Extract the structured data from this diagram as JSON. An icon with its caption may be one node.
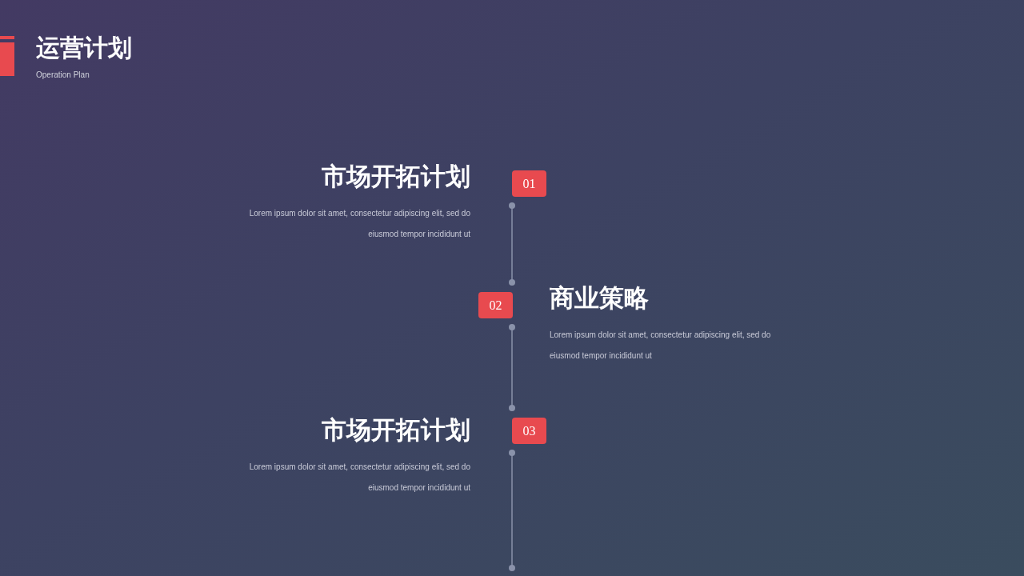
{
  "diagram": {
    "title": "运营计划",
    "nodes": [
      {
        "text": [
          "01"
        ],
        "beside": [
          "市场开拓计划",
          "Lorem ipsum dolor sit amet, consectetur adipiscing elit, sed do eiusmod tempor incididunt ut"
        ]
      },
      {
        "text": [
          "02"
        ],
        "beside": [
          "商业策略",
          "Lorem ipsum dolor sit amet, consectetur adipiscing elit, sed do eiusmod tempor incididunt ut"
        ]
      },
      {
        "text": [
          "03"
        ],
        "beside": [
          "市场开拓计划",
          "Lorem ipsum dolor sit amet, consectetur adipiscing elit, sed do eiusmod tempor incididunt ut"
        ]
      }
    ],
    "edges": [
      {
        "from": 0,
        "to": 1,
        "arrow": "other"
      },
      {
        "from": 1,
        "to": 2,
        "arrow": "other"
      },
      {
        "from": 2,
        "to": null,
        "arrow": "other"
      }
    ],
    "labels": [
      "Operation Plan"
    ]
  }
}
